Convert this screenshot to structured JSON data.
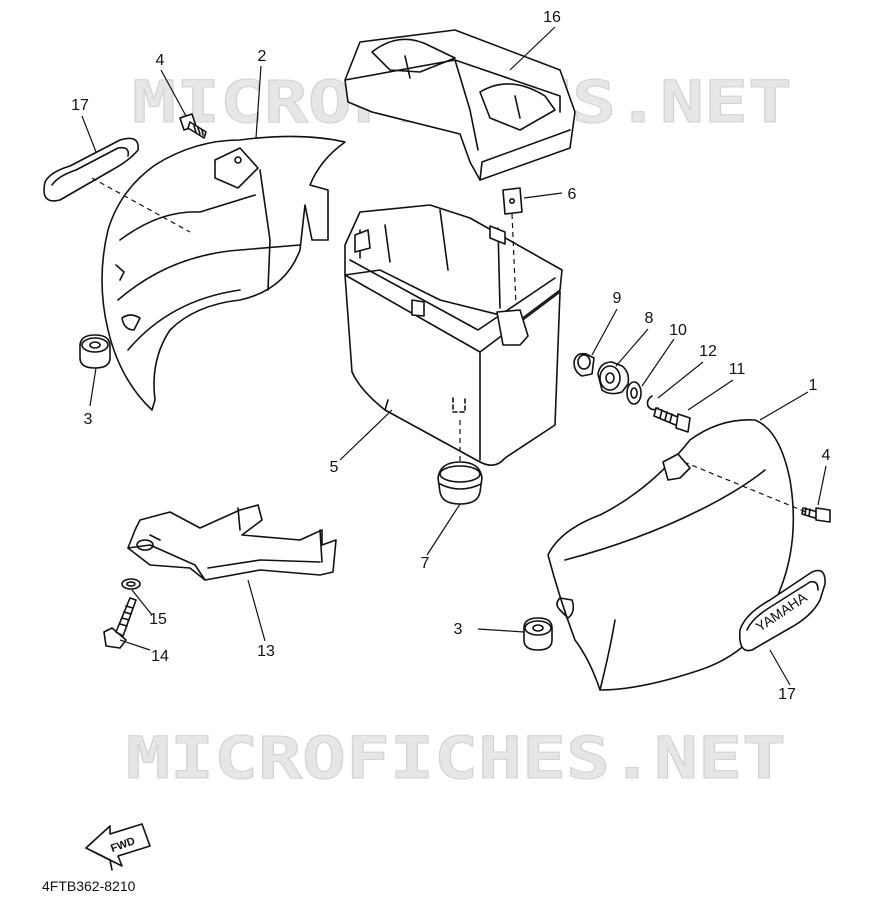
{
  "watermark": "MICROFICHES.NET",
  "diagram_code": "4FTB362-8210",
  "fwd_label": "FWD",
  "emblem_text": "YAMAHA",
  "callouts": {
    "p1": "1",
    "p2": "2",
    "p3a": "3",
    "p3b": "3",
    "p4a": "4",
    "p4b": "4",
    "p5": "5",
    "p6": "6",
    "p7": "7",
    "p8": "8",
    "p9": "9",
    "p10": "10",
    "p11": "11",
    "p12": "12",
    "p13": "13",
    "p14": "14",
    "p15": "15",
    "p16": "16",
    "p17a": "17",
    "p17b": "17"
  }
}
